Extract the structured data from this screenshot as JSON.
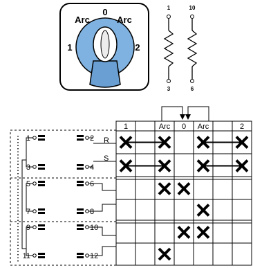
{
  "switch_head": {
    "positions": [
      "Arc",
      "0",
      "Arc",
      "1",
      "2"
    ],
    "knob_color": "#6fa6d8"
  },
  "resistors": [
    {
      "top_terminal": "1",
      "bottom_terminal": "3"
    },
    {
      "top_terminal": "10",
      "bottom_terminal": "6"
    }
  ],
  "contacts": {
    "labels": [
      "1",
      "2",
      "3",
      "4",
      "5",
      "6",
      "7",
      "8",
      "9",
      "10",
      "11",
      "12"
    ],
    "lines": [
      "R",
      "S"
    ]
  },
  "table": {
    "headers": [
      "1",
      "",
      "Arc",
      "0",
      "Arc",
      "",
      "2"
    ],
    "marks": [
      [
        1,
        0
      ],
      [
        1,
        2
      ],
      [
        1,
        4
      ],
      [
        1,
        6
      ],
      [
        2,
        0
      ],
      [
        2,
        2
      ],
      [
        2,
        4
      ],
      [
        2,
        6
      ],
      [
        3,
        2
      ],
      [
        3,
        3
      ],
      [
        4,
        4
      ],
      [
        5,
        3
      ],
      [
        5,
        4
      ],
      [
        6,
        2
      ]
    ]
  }
}
